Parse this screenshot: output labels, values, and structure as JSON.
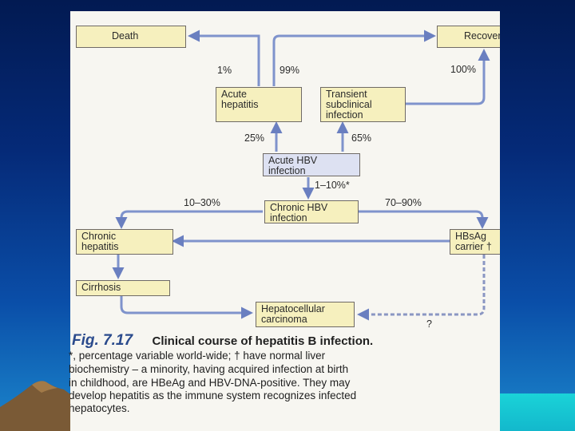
{
  "nodes": {
    "death": "Death",
    "recovery": "Recovery",
    "acute_hepatitis": [
      "Acute",
      "hepatitis"
    ],
    "transient": [
      "Transient",
      "subclinical",
      "infection"
    ],
    "acute_hbv": [
      "Acute HBV",
      "infection"
    ],
    "chronic_hbv": [
      "Chronic HBV",
      "infection"
    ],
    "chronic_hepatitis": [
      "Chronic",
      "hepatitis"
    ],
    "hbsag": [
      "HBsAg",
      "carrier †"
    ],
    "cirrhosis": "Cirrhosis",
    "hcc": [
      "Hepatocellular",
      "carcinoma"
    ]
  },
  "percentages": {
    "death": "1%",
    "recovery_from_acute": "99%",
    "recovery_from_transient": "100%",
    "to_acute_hepatitis": "25%",
    "to_transient": "65%",
    "to_chronic": "1–10%*",
    "to_chronic_hepatitis": "10–30%",
    "to_carrier": "70–90%",
    "carrier_to_hcc": "?"
  },
  "caption": {
    "label": "Fig. 7.17",
    "title": "Clinical course of hepatitis B infection.",
    "lines": [
      "*, percentage variable world-wide; † have normal liver",
      "biochemistry – a minority, having acquired infection at birth",
      "in childhood, are HBeAg and HBV-DNA-positive. They may",
      "develop hepatitis as the immune system recognizes infected",
      "hepatocytes."
    ]
  },
  "colors": {
    "background_top": "#021a52",
    "background_bottom": "#1b86cc",
    "page": "#f7f6f1",
    "node_yellow": "#f6f0be",
    "node_blue": "#dde1f2",
    "arrow": "#6a7fc0",
    "caption_label": "#2a4a8c"
  }
}
